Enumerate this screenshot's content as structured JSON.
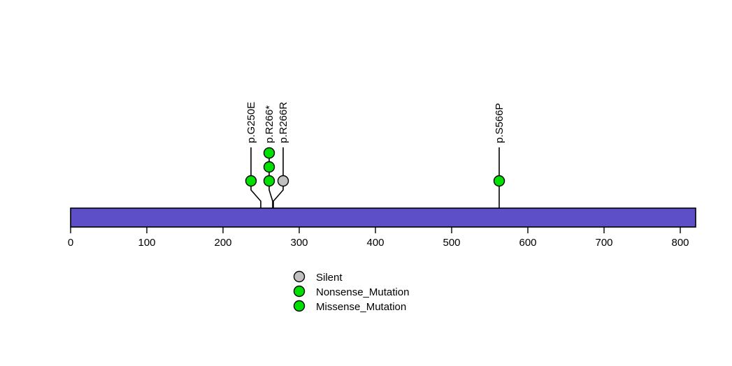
{
  "chart_data": {
    "type": "scatter",
    "title": "",
    "xlabel": "",
    "ylabel": "",
    "xlim": [
      0,
      820
    ],
    "grid": false,
    "legend_position": "bottom-center",
    "protein": {
      "length": 820,
      "bar_color": "#5c4fc8",
      "bar_border_color": "#000000"
    },
    "axis": {
      "ticks": [
        0,
        100,
        200,
        300,
        400,
        500,
        600,
        700,
        800
      ],
      "tick_labels": [
        "0",
        "100",
        "200",
        "300",
        "400",
        "500",
        "600",
        "700",
        "800"
      ]
    },
    "mutations": [
      {
        "label": "p.G250E",
        "position": 250,
        "count": 1,
        "type": "Missense_Mutation",
        "color": "#00e000",
        "stack": [
          {
            "type": "Missense_Mutation",
            "color": "#00e000"
          }
        ]
      },
      {
        "label": "p.R266*",
        "position": 266,
        "count": 3,
        "type": "Nonsense_Mutation",
        "color": "#00e000",
        "stack": [
          {
            "type": "Missense_Mutation",
            "color": "#00e000"
          },
          {
            "type": "Nonsense_Mutation",
            "color": "#00e000"
          },
          {
            "type": "Nonsense_Mutation",
            "color": "#00e000"
          }
        ]
      },
      {
        "label": "p.R266R",
        "position": 272,
        "count": 1,
        "type": "Silent",
        "color": "#c0c0c0",
        "stack": [
          {
            "type": "Silent",
            "color": "#c0c0c0"
          }
        ]
      },
      {
        "label": "p.S566P",
        "position": 566,
        "count": 1,
        "type": "Missense_Mutation",
        "color": "#00e000",
        "stack": [
          {
            "type": "Missense_Mutation",
            "color": "#00e000"
          }
        ]
      }
    ],
    "legend": [
      {
        "label": "Silent",
        "color": "#c0c0c0"
      },
      {
        "label": "Nonsense_Mutation",
        "color": "#00e000"
      },
      {
        "label": "Missense_Mutation",
        "color": "#00e000"
      }
    ]
  }
}
